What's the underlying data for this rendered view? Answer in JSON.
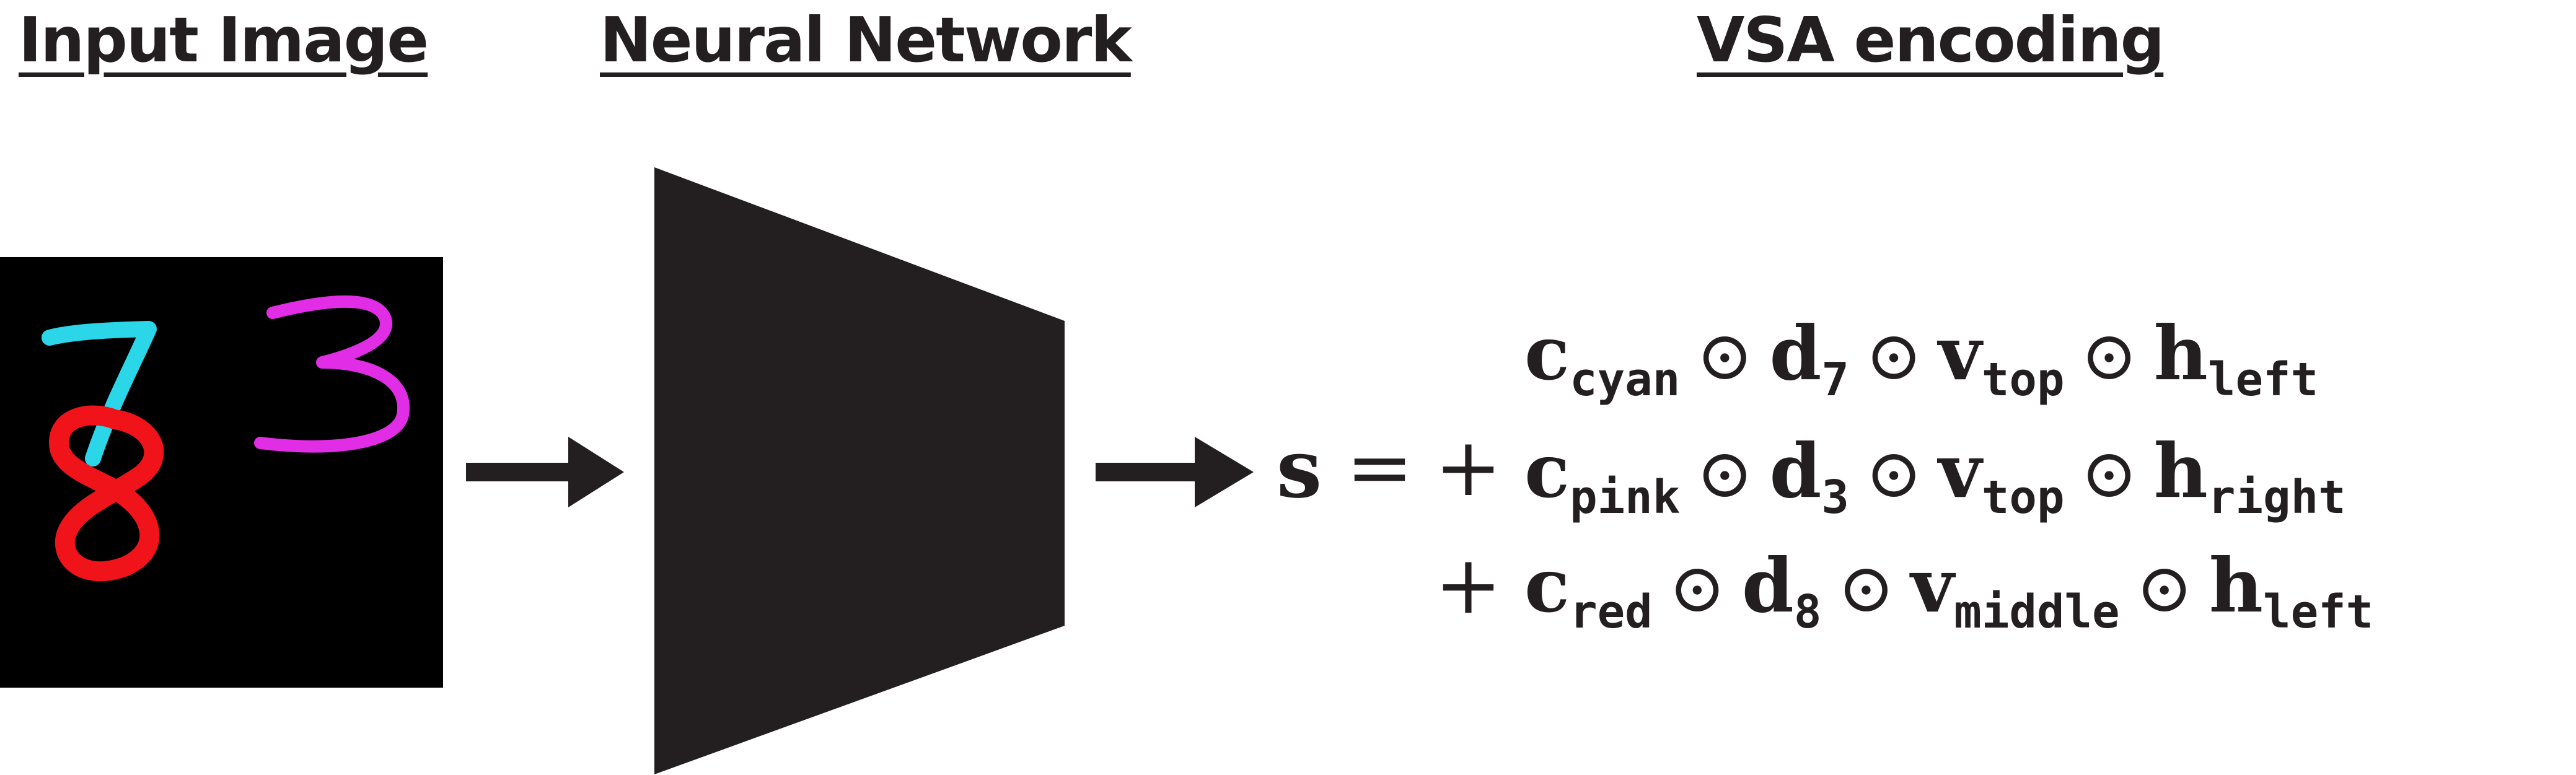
{
  "headings": {
    "input_image": "Input Image",
    "neural_network": "Neural Network",
    "vsa_encoding": "VSA encoding"
  },
  "digits": [
    {
      "label": "7",
      "color": "#2ad6e8"
    },
    {
      "label": "3",
      "color": "#e22de6"
    },
    {
      "label": "8",
      "color": "#f0141a"
    }
  ],
  "equation": {
    "lhs": "s",
    "equals": "=",
    "plus": "+",
    "odot": "⊙",
    "rows": [
      {
        "terms": [
          {
            "sym": "c",
            "sub": "cyan"
          },
          {
            "sym": "d",
            "sub": "7"
          },
          {
            "sym": "v",
            "sub": "top"
          },
          {
            "sym": "h",
            "sub": "left"
          }
        ]
      },
      {
        "terms": [
          {
            "sym": "c",
            "sub": "pink"
          },
          {
            "sym": "d",
            "sub": "3"
          },
          {
            "sym": "v",
            "sub": "top"
          },
          {
            "sym": "h",
            "sub": "right"
          }
        ]
      },
      {
        "terms": [
          {
            "sym": "c",
            "sub": "red"
          },
          {
            "sym": "d",
            "sub": "8"
          },
          {
            "sym": "v",
            "sub": "middle"
          },
          {
            "sym": "h",
            "sub": "left"
          }
        ]
      }
    ]
  },
  "colors": {
    "ink": "#231f20",
    "network_fill": "#231f20",
    "image_background": "#000000"
  }
}
